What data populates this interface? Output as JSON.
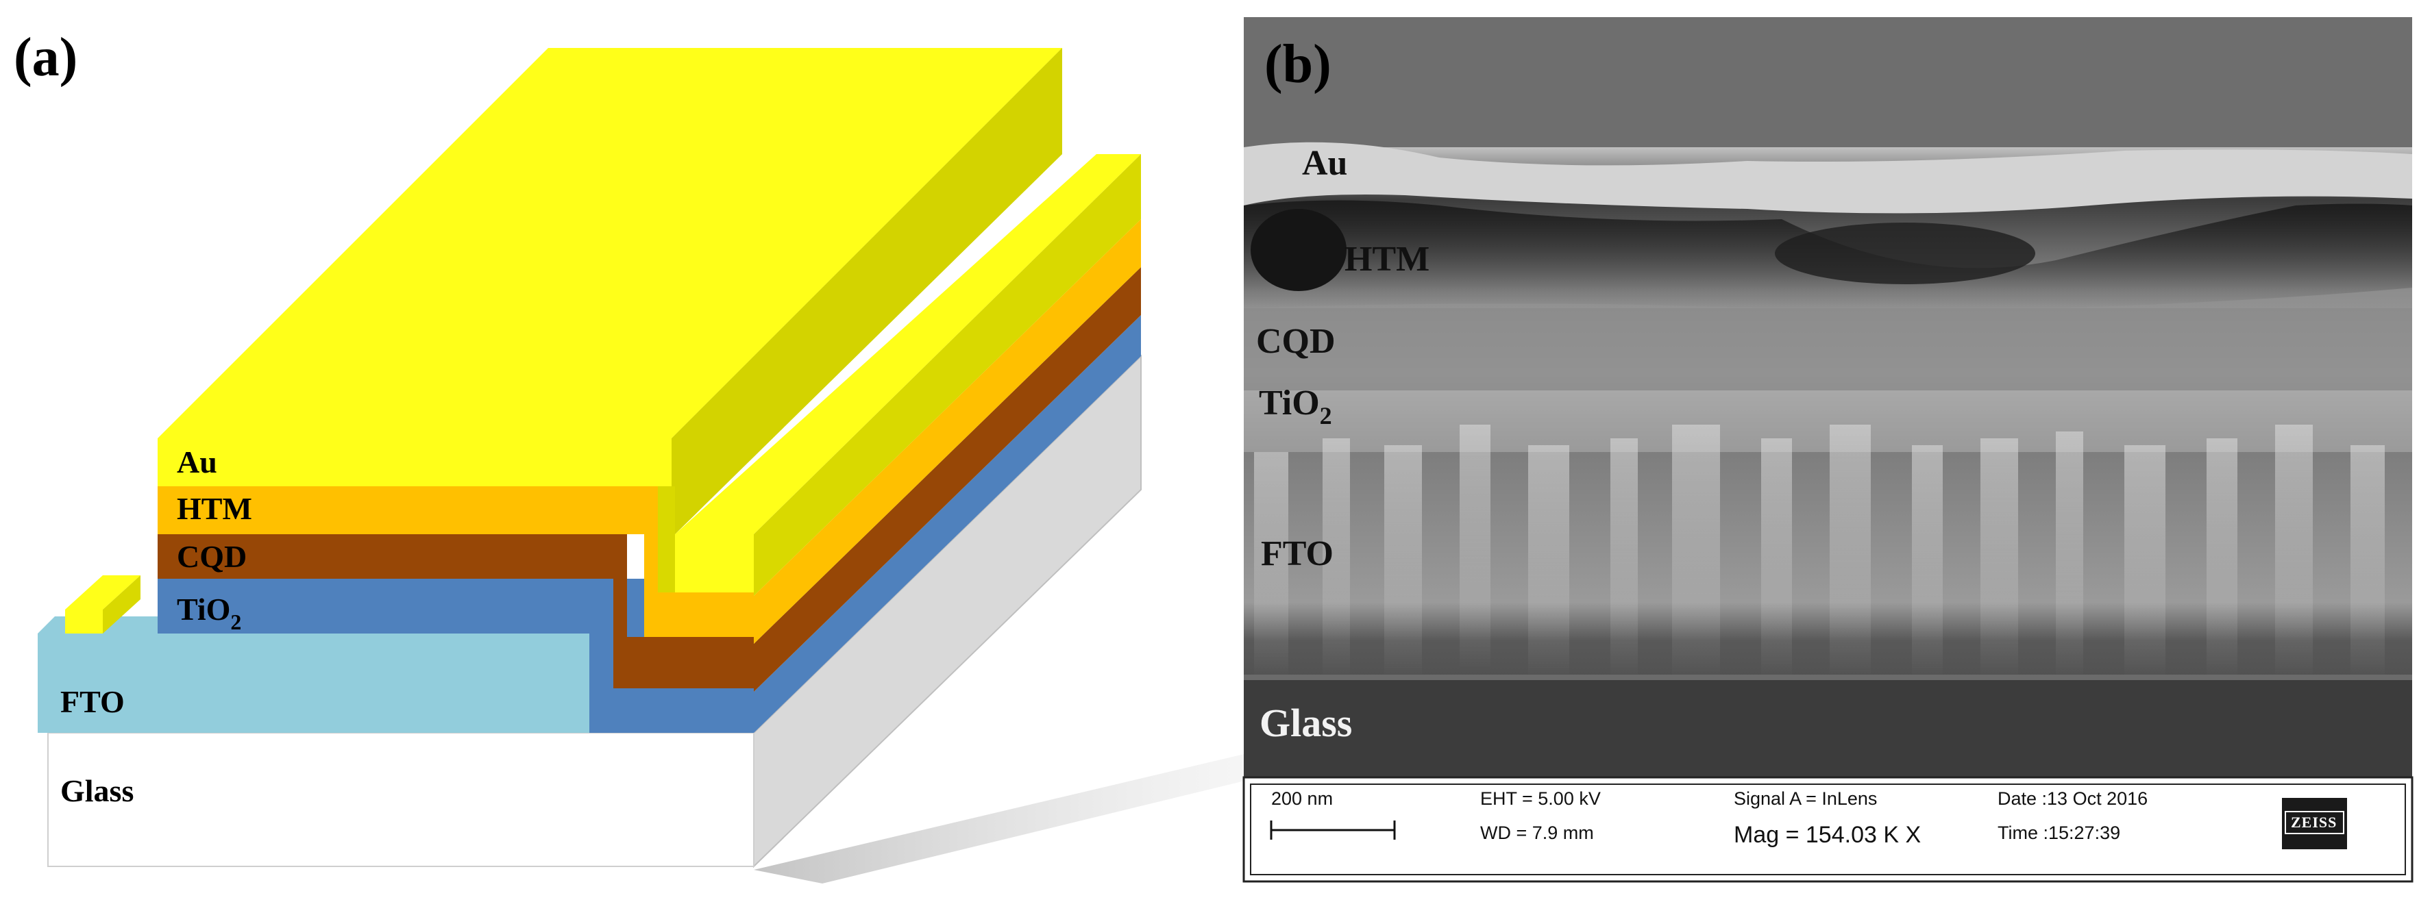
{
  "panel_a": {
    "label": "(a)",
    "layers": {
      "au": "Au",
      "htm": "HTM",
      "cqd": "CQD",
      "tio2_main": "TiO",
      "tio2_sub": "2",
      "fto": "FTO",
      "glass": "Glass"
    },
    "colors": {
      "au": "#ffff19",
      "au_side": "#d9d900",
      "htm": "#ffc000",
      "cqd": "#974706",
      "tio2": "#4f81bd",
      "fto": "#92cddc",
      "glass": "#ffffff",
      "glass_side": "#d9d9d9"
    }
  },
  "panel_b": {
    "label": "(b)",
    "layers": {
      "au": "Au",
      "htm": "HTM",
      "cqd": "CQD",
      "tio2_main": "TiO",
      "tio2_sub": "2",
      "fto": "FTO",
      "glass": "Glass"
    },
    "infobar": {
      "scale": "200 nm",
      "eht": "EHT = 5.00 kV",
      "wd": "WD = 7.9 mm",
      "signal": "Signal A = InLens",
      "mag": "Mag = 154.03 K X",
      "date": "Date :13 Oct 2016",
      "time": "Time :15:27:39",
      "logo": "ZEISS"
    }
  }
}
